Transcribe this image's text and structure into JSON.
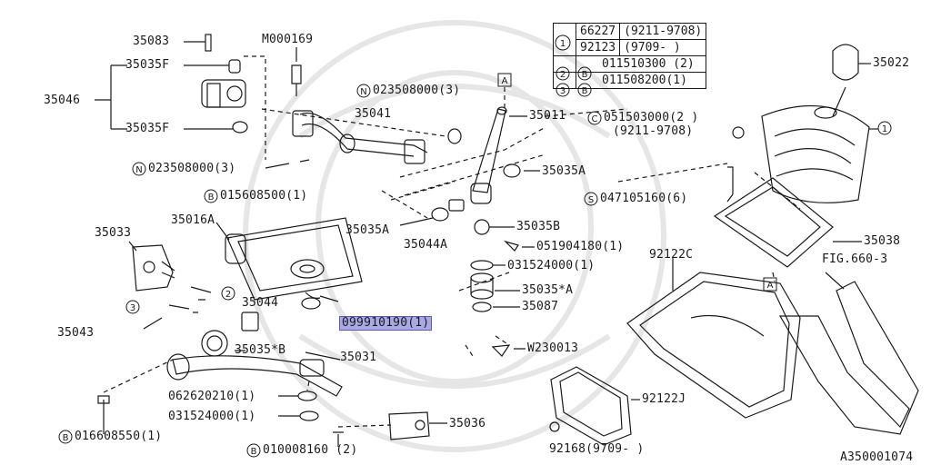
{
  "parts": {
    "p35083": "35083",
    "pM000169": "M000169",
    "p35035F_top": "35035F",
    "p35046": "35046",
    "p35035F_bot": "35035F",
    "pN023508000_left": "023508000(3)",
    "pN023508000_top": "023508000(3)",
    "p35041": "35041",
    "pB015608500": "015608500(1)",
    "p35016A": "35016A",
    "p35033": "35033",
    "p35044": "35044",
    "p35043": "35043",
    "p35035B_star": "35035*B",
    "p35031": "35031",
    "p062620210": "062620210(1)",
    "p031524000_left": "031524000(1)",
    "pB016608550": "016608550(1)",
    "pB010008160": "010008160 (2)",
    "p35036": "35036",
    "p099910190": "099910190(1)",
    "p35011": "35011",
    "p35035A_right": "35035A",
    "p35035A_left": "35035A",
    "p35044A": "35044A",
    "p35035B": "35035B",
    "p051904180": "051904180(1)",
    "p031524000_mid": "031524000(1)",
    "p35035A_star": "35035*A",
    "p35087": "35087",
    "pW230013": "W230013",
    "p92122J": "92122J",
    "p92168": "92168(9709-      )",
    "p92122C": "92122C",
    "pC051503000": "051503000(2  )",
    "pC051503000_range": "(9211-9708)",
    "pS047105160": "047105160(6)",
    "p35022": "35022",
    "p35038": "35038",
    "pFIG660": "FIG.660-3",
    "diagram_id": "A350001074"
  },
  "markers": {
    "N": "N",
    "B": "B",
    "C": "C",
    "S": "S",
    "A": "A",
    "one": "1",
    "two": "2",
    "three": "3"
  },
  "table": {
    "r1_part": "66227",
    "r1_range": "(9211-9708)",
    "r2_part": "92123",
    "r2_range": "(9709-      )",
    "r3_num": "2",
    "r3_part": "011510300 (2)",
    "r4_num": "3",
    "r4_part": "011508200(1)"
  },
  "colors": {
    "ink": "#1a1a1a",
    "highlight": "#a9a9e6",
    "watermark": "#e6e6e6"
  }
}
